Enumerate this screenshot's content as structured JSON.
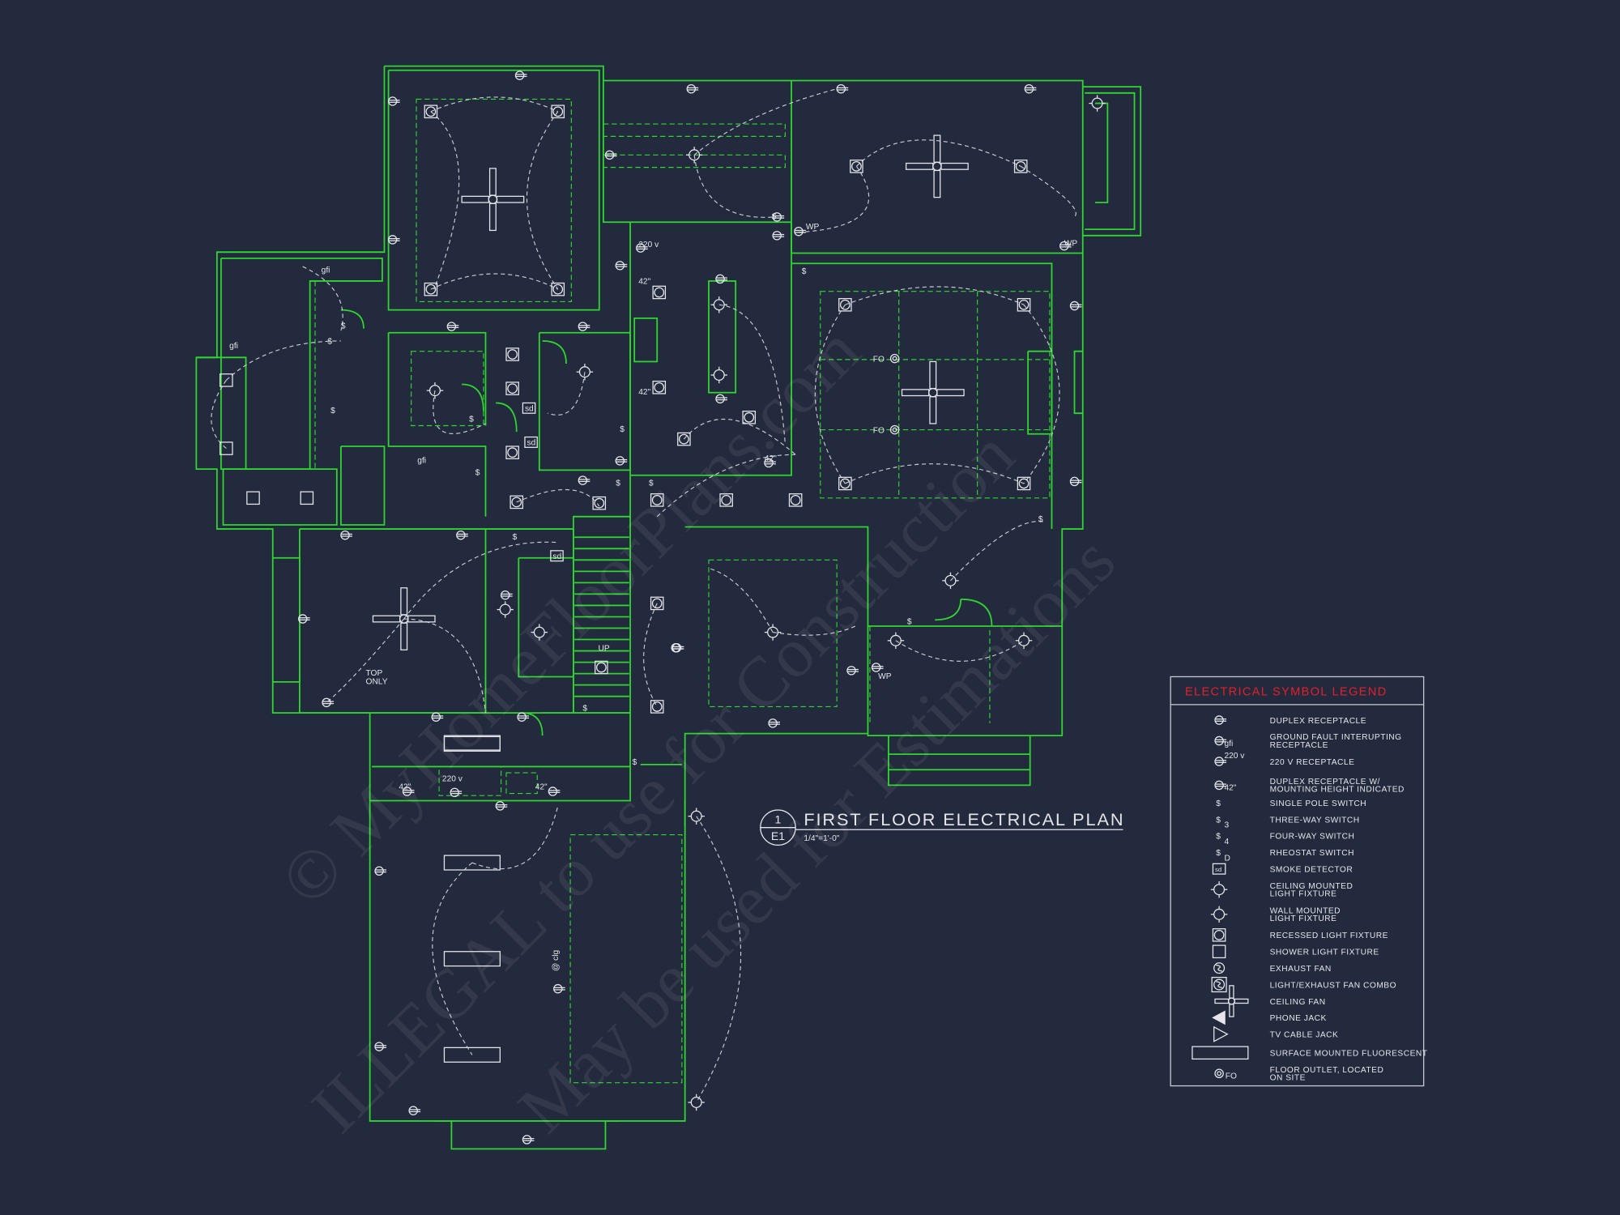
{
  "plan": {
    "title": "FIRST FLOOR ELECTRICAL PLAN",
    "detail_number": "1",
    "sheet": "E1",
    "scale": "1/4\"=1'-0\""
  },
  "labels": {
    "v220_kitchen": "220 v",
    "v220_laundry": "220 v",
    "h42_a": "42\"",
    "h42_b": "42\"",
    "h42_c": "42\"",
    "h42_d": "42\"",
    "h42_e": "42\"",
    "gfi_a": "gfi",
    "gfi_b": "gfi",
    "gfi_c": "gfi",
    "sd_a": "sd",
    "sd_b": "sd",
    "sd_c": "sd",
    "up": "UP",
    "top_only": "TOP\nONLY",
    "fo_a": "FO",
    "fo_b": "FO",
    "wp_a": "WP",
    "wp_b": "WP",
    "wp_c": "WP",
    "clg": "@ clg"
  },
  "legend": {
    "title": "ELECTRICAL SYMBOL LEGEND",
    "items": [
      {
        "symbol": "duplex-receptacle",
        "label": [
          "DUPLEX RECEPTACLE"
        ]
      },
      {
        "symbol": "gfi-receptacle",
        "sub": "gfi",
        "label": [
          "GROUND FAULT INTERUPTING",
          "RECEPTACLE"
        ]
      },
      {
        "symbol": "220v-receptacle",
        "sub": "220 v",
        "label": [
          "220 V RECEPTACLE"
        ]
      },
      {
        "symbol": "receptacle-height",
        "sub": "42\"",
        "label": [
          "DUPLEX RECEPTACLE W/",
          "MOUNTING HEIGHT INDICATED"
        ]
      },
      {
        "symbol": "single-pole-switch",
        "sub": "",
        "label": [
          "SINGLE POLE SWITCH"
        ]
      },
      {
        "symbol": "three-way-switch",
        "sub": "3",
        "label": [
          "THREE-WAY SWITCH"
        ]
      },
      {
        "symbol": "four-way-switch",
        "sub": "4",
        "label": [
          "FOUR-WAY SWITCH"
        ]
      },
      {
        "symbol": "rheostat-switch",
        "sub": "D",
        "label": [
          "RHEOSTAT SWITCH"
        ]
      },
      {
        "symbol": "smoke-detector",
        "sub": "sd",
        "label": [
          "SMOKE DETECTOR"
        ]
      },
      {
        "symbol": "ceiling-light",
        "label": [
          "CEILING MOUNTED",
          "LIGHT FIXTURE"
        ]
      },
      {
        "symbol": "wall-light",
        "label": [
          "WALL MOUNTED",
          "LIGHT FIXTURE"
        ]
      },
      {
        "symbol": "recessed-light",
        "label": [
          "RECESSED LIGHT FIXTURE"
        ]
      },
      {
        "symbol": "shower-light",
        "label": [
          "SHOWER LIGHT FIXTURE"
        ]
      },
      {
        "symbol": "exhaust-fan",
        "label": [
          "EXHAUST FAN"
        ]
      },
      {
        "symbol": "light-exhaust-fan",
        "label": [
          "LIGHT/EXHAUST FAN COMBO"
        ]
      },
      {
        "symbol": "ceiling-fan",
        "label": [
          "CEILING FAN"
        ]
      },
      {
        "symbol": "phone-jack",
        "label": [
          "PHONE JACK"
        ]
      },
      {
        "symbol": "tv-cable-jack",
        "label": [
          "TV CABLE JACK"
        ]
      },
      {
        "symbol": "surface-fluorescent",
        "label": [
          "SURFACE MOUNTED FLUORESCENT"
        ]
      },
      {
        "symbol": "floor-outlet",
        "sub": "FO",
        "label": [
          "FLOOR OUTLET, LOCATED",
          "ON SITE"
        ]
      }
    ]
  },
  "watermark": {
    "line1": "© MyHomeFloorPlans.com",
    "line2": "ILLEGAL to use for Construction",
    "line3": "May be used for Estimations"
  },
  "colors": {
    "background": "#232a3d",
    "walls": "#2fd62f",
    "symbols": "#e4e6ea",
    "legend_title": "#e0202a"
  }
}
